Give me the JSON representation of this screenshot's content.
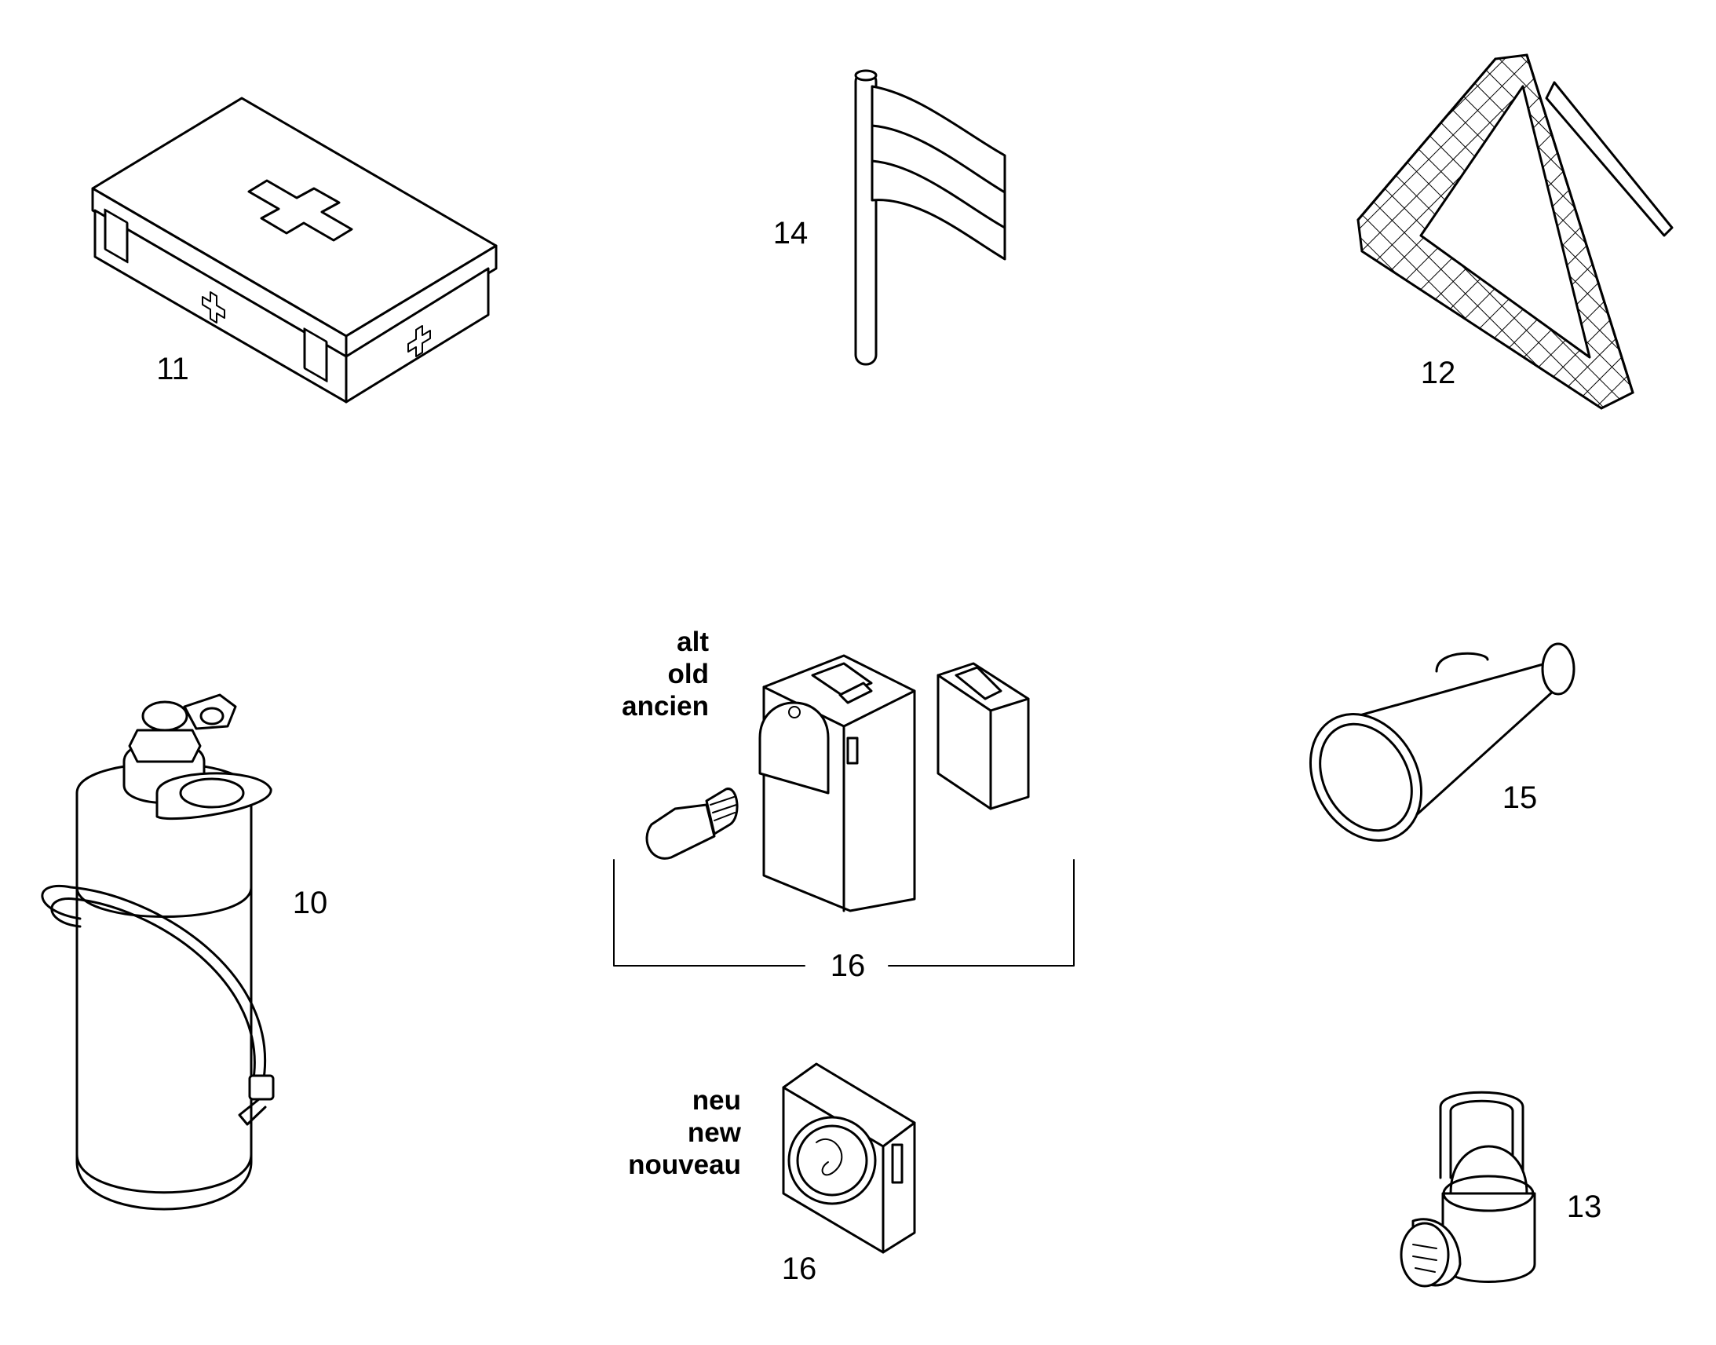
{
  "parts": [
    {
      "id": "first-aid-kit",
      "number": "11"
    },
    {
      "id": "flag",
      "number": "14"
    },
    {
      "id": "warning-triangle",
      "number": "12"
    },
    {
      "id": "fire-extinguisher",
      "number": "10"
    },
    {
      "id": "flashlight-set",
      "number": "16"
    },
    {
      "id": "horn",
      "number": "15"
    },
    {
      "id": "flashlight-new",
      "number": "16"
    },
    {
      "id": "lantern",
      "number": "13"
    }
  ],
  "labels": {
    "old": [
      "alt",
      "old",
      "ancien"
    ],
    "new": [
      "neu",
      "new",
      "nouveau"
    ]
  }
}
